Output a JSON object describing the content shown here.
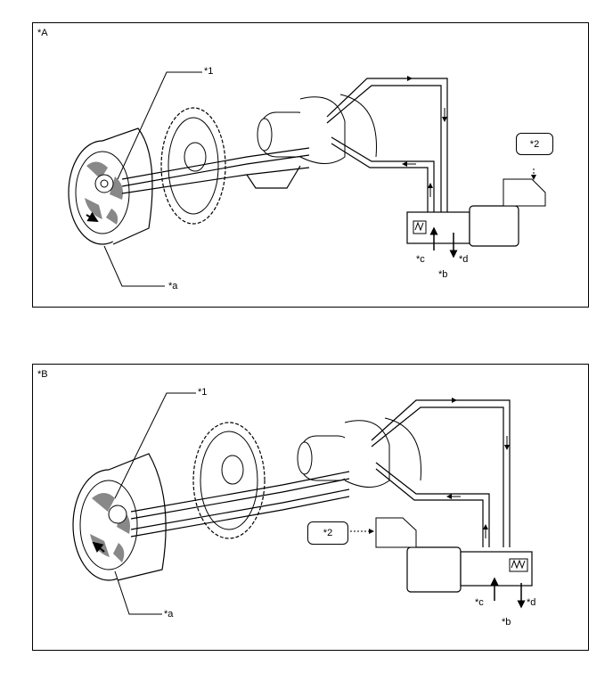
{
  "panels": [
    {
      "id": "A",
      "tag": "*A",
      "labels": {
        "l1": "*1",
        "l2": "*2",
        "la": "*a",
        "lb": "*b",
        "lc": "*c",
        "ld": "*d"
      }
    },
    {
      "id": "B",
      "tag": "*B",
      "labels": {
        "l1": "*1",
        "l2": "*2",
        "la": "*a",
        "lb": "*b",
        "lc": "*c",
        "ld": "*d"
      }
    }
  ]
}
